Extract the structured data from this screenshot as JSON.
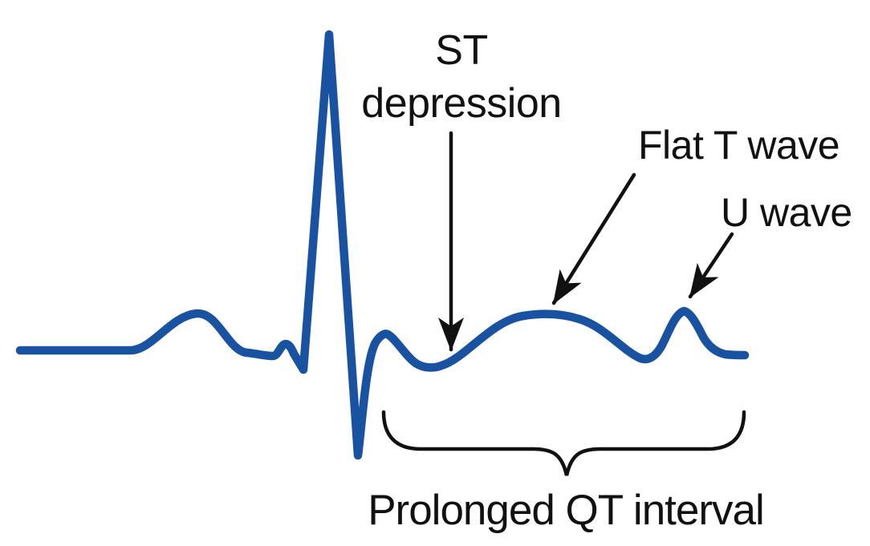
{
  "labels": {
    "st_depression_line1": "ST",
    "st_depression_line2": "depression",
    "flat_t_wave": "Flat T wave",
    "u_wave": "U wave",
    "prolonged_qt_interval": "Prolonged QT interval"
  },
  "waveform_features": {
    "annotated": [
      "ST depression",
      "Flat T wave",
      "U wave",
      "Prolonged QT interval"
    ]
  },
  "colors": {
    "ecg_line": "#1a52a2",
    "ink": "#111111",
    "background": "#ffffff"
  }
}
